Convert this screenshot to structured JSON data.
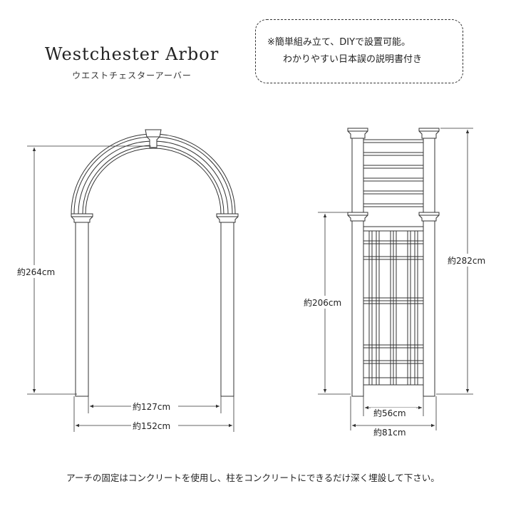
{
  "header": {
    "title": "Westchester Arbor",
    "subtitle": "ウエストチェスターアーバー"
  },
  "note": {
    "line1": "※簡単組み立て、DIYで設置可能。",
    "line2": "わかりやすい日本誤の説明書付き"
  },
  "front_view": {
    "height_label": "約264cm",
    "inner_width_label": "約127cm",
    "outer_width_label": "約152cm"
  },
  "side_view": {
    "total_height_label": "約282cm",
    "post_height_label": "約206cm",
    "inner_depth_label": "約56cm",
    "outer_depth_label": "約81cm"
  },
  "footer": {
    "text": "アーチの固定はコンクリートを使用し、柱をコンクリートにできるだけ深く埋設して下さい。"
  }
}
